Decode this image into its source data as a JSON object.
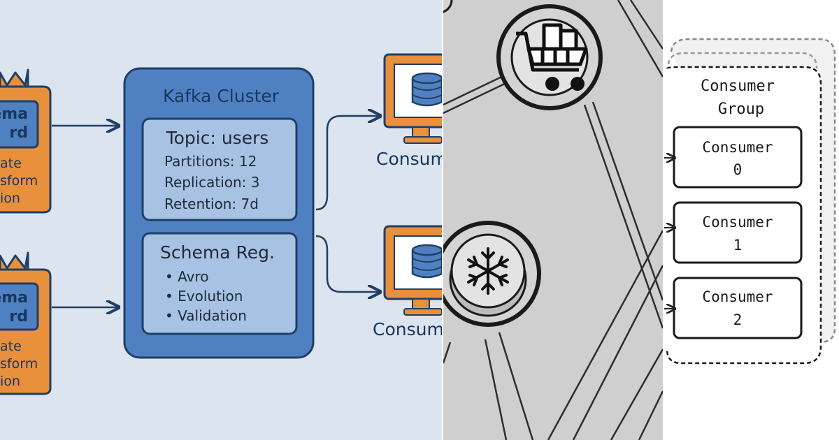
{
  "producers": [
    {
      "title_line1": "ema",
      "title_line2": "rd",
      "actions": [
        "ate",
        "sform",
        "ion"
      ]
    },
    {
      "title_line1": "ema",
      "title_line2": "rd",
      "actions": [
        "ate",
        "sform",
        "ion"
      ]
    }
  ],
  "cluster": {
    "title": "Kafka Cluster",
    "topic": {
      "title": "Topic: users",
      "partitions": "Partitions: 12",
      "replication": "Replication:  3",
      "retention": "Retention: 7d"
    },
    "schema": {
      "title": "Schema Reg.",
      "items": [
        "• Avro",
        "• Evolution",
        "• Validation"
      ]
    }
  },
  "consumers_left": [
    "Consum",
    "Consum"
  ],
  "icons": [
    "shopping-cart-icon",
    "snowflake-icon",
    "database-icon",
    "monitor-icon"
  ],
  "colors": {
    "panel_bg": "#dce4ef",
    "cluster_fill": "#4f81c2",
    "box_fill": "#a7c2e2",
    "producer_orange": "#e8903c",
    "navy": "#1f3f66"
  },
  "consumer_group": {
    "title_line1": "Consumer",
    "title_line2": "Group",
    "members": [
      {
        "line1": "Consumer",
        "line2": "0"
      },
      {
        "line1": "Consumer",
        "line2": "1"
      },
      {
        "line1": "Consumer",
        "line2": "2"
      }
    ]
  }
}
